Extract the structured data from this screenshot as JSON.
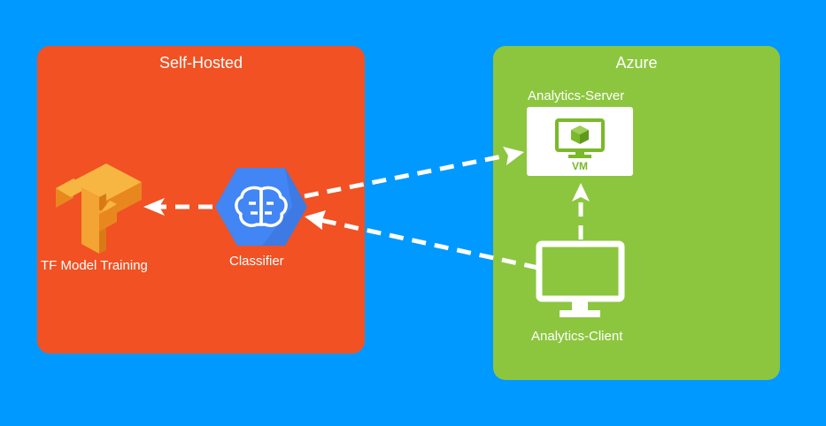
{
  "groups": {
    "self_hosted": {
      "title": "Self-Hosted",
      "color": "#f15123"
    },
    "azure": {
      "title": "Azure",
      "color": "#8cc63f"
    }
  },
  "nodes": {
    "tf_training": {
      "label": "TF Model Training",
      "icon": "tensorflow-icon"
    },
    "classifier": {
      "label": "Classifier",
      "icon": "brain-icon"
    },
    "analytics_server": {
      "label": "Analytics-Server",
      "icon": "vm-monitor-icon",
      "badge": "VM"
    },
    "analytics_client": {
      "label": "Analytics-Client",
      "icon": "monitor-icon"
    }
  },
  "colors": {
    "background": "#0099ff",
    "connector": "#ffffff",
    "classifier_hex": "#4285f4",
    "tensorflow": "#f4a433"
  }
}
